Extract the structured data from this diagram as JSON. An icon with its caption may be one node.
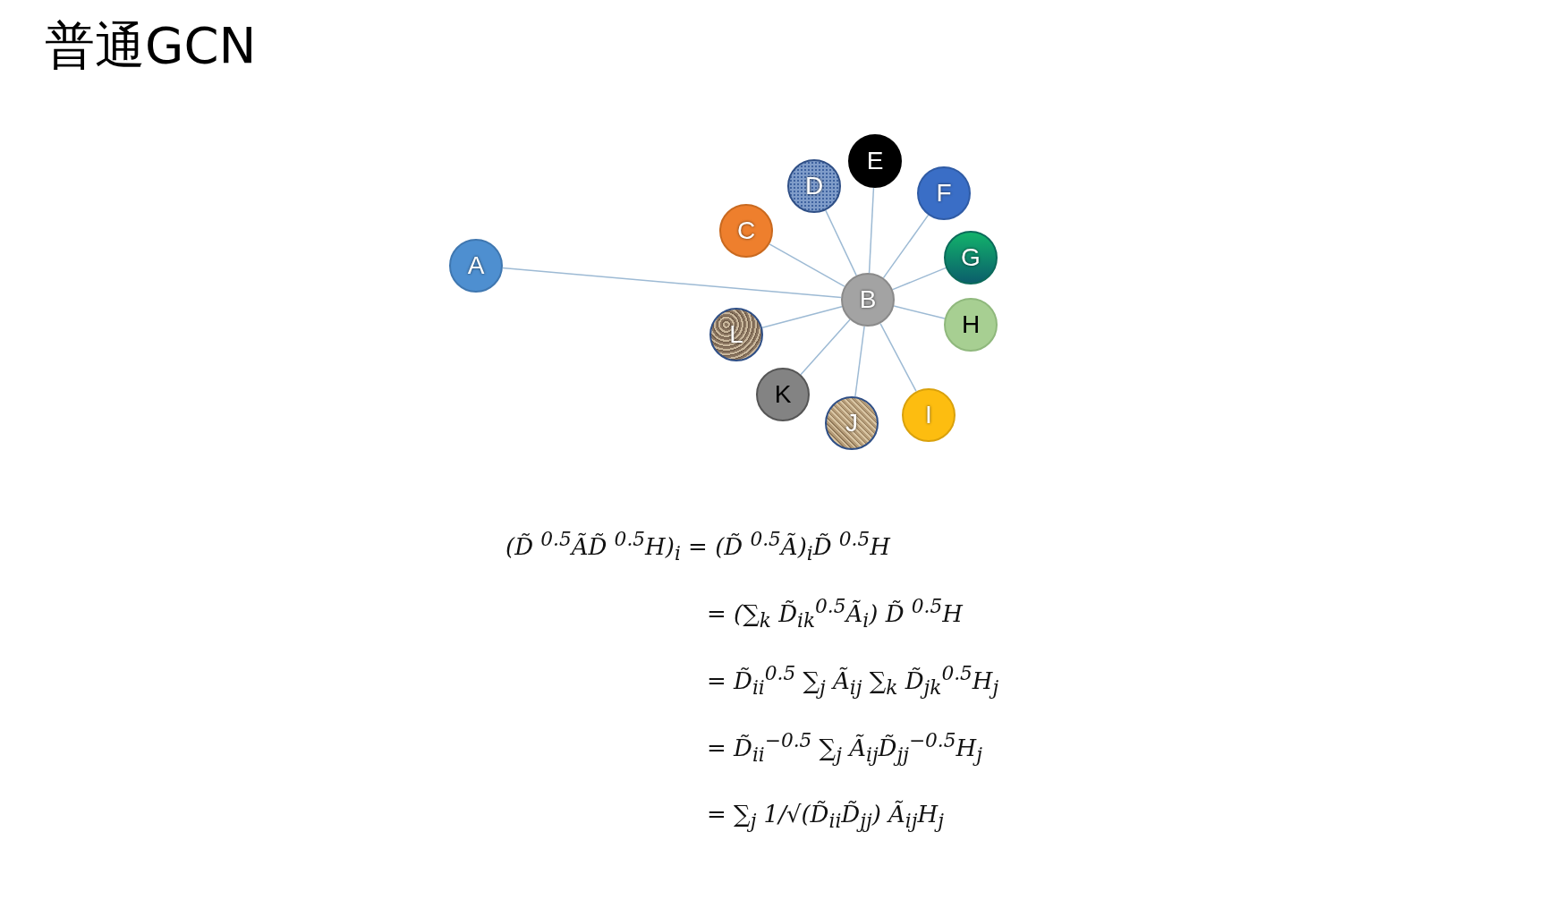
{
  "diagram": {
    "title": "普通GCN",
    "nodes": [
      {
        "text": [
          "A"
        ]
      },
      {
        "text": [
          "B"
        ]
      },
      {
        "text": [
          "C"
        ]
      },
      {
        "text": [
          "D"
        ]
      },
      {
        "text": [
          "E"
        ]
      },
      {
        "text": [
          "F"
        ]
      },
      {
        "text": [
          "G"
        ]
      },
      {
        "text": [
          "H"
        ]
      },
      {
        "text": [
          "I"
        ]
      },
      {
        "text": [
          "J"
        ]
      },
      {
        "text": [
          "K"
        ]
      },
      {
        "text": [
          "L"
        ]
      }
    ],
    "edges": [
      {
        "from": 1,
        "to": 0,
        "arrow": "none"
      },
      {
        "from": 1,
        "to": 2,
        "arrow": "none"
      },
      {
        "from": 1,
        "to": 3,
        "arrow": "none"
      },
      {
        "from": 1,
        "to": 4,
        "arrow": "none"
      },
      {
        "from": 1,
        "to": 5,
        "arrow": "none"
      },
      {
        "from": 1,
        "to": 6,
        "arrow": "none"
      },
      {
        "from": 1,
        "to": 7,
        "arrow": "none"
      },
      {
        "from": 1,
        "to": 8,
        "arrow": "none"
      },
      {
        "from": 1,
        "to": 9,
        "arrow": "none"
      },
      {
        "from": 1,
        "to": 10,
        "arrow": "none"
      },
      {
        "from": 1,
        "to": 11,
        "arrow": "none"
      }
    ],
    "labels": [
      "(D̃ $^{0.5}$ÃD̃ $^{0.5}$H)$_{i}$ = (D̃ $^{0.5}$Ã)$_{i}$D̃ $^{0.5}$H",
      "= (∑$_{k}$ D̃$_{ik}$$^{0.5}$Ã$_{i}$) D̃ $^{0.5}$H",
      "= D̃$_{ii}$$^{0.5}$ ∑$_{j}$ Ã$_{ij}$ ∑$_{k}$ D̃$_{jk}$$^{0.5}$H$_{j}$",
      "= D̃$_{ii}$$^{−0.5}$ ∑$_{j}$ Ã$_{ij}$D̃$_{jj}$$^{−0.5}$H$_{j}$",
      "= ∑$_{j}$ 1/√(D̃$_{ii}$D̃$_{jj}$) Ã$_{ij}$H$_{j}$"
    ]
  }
}
